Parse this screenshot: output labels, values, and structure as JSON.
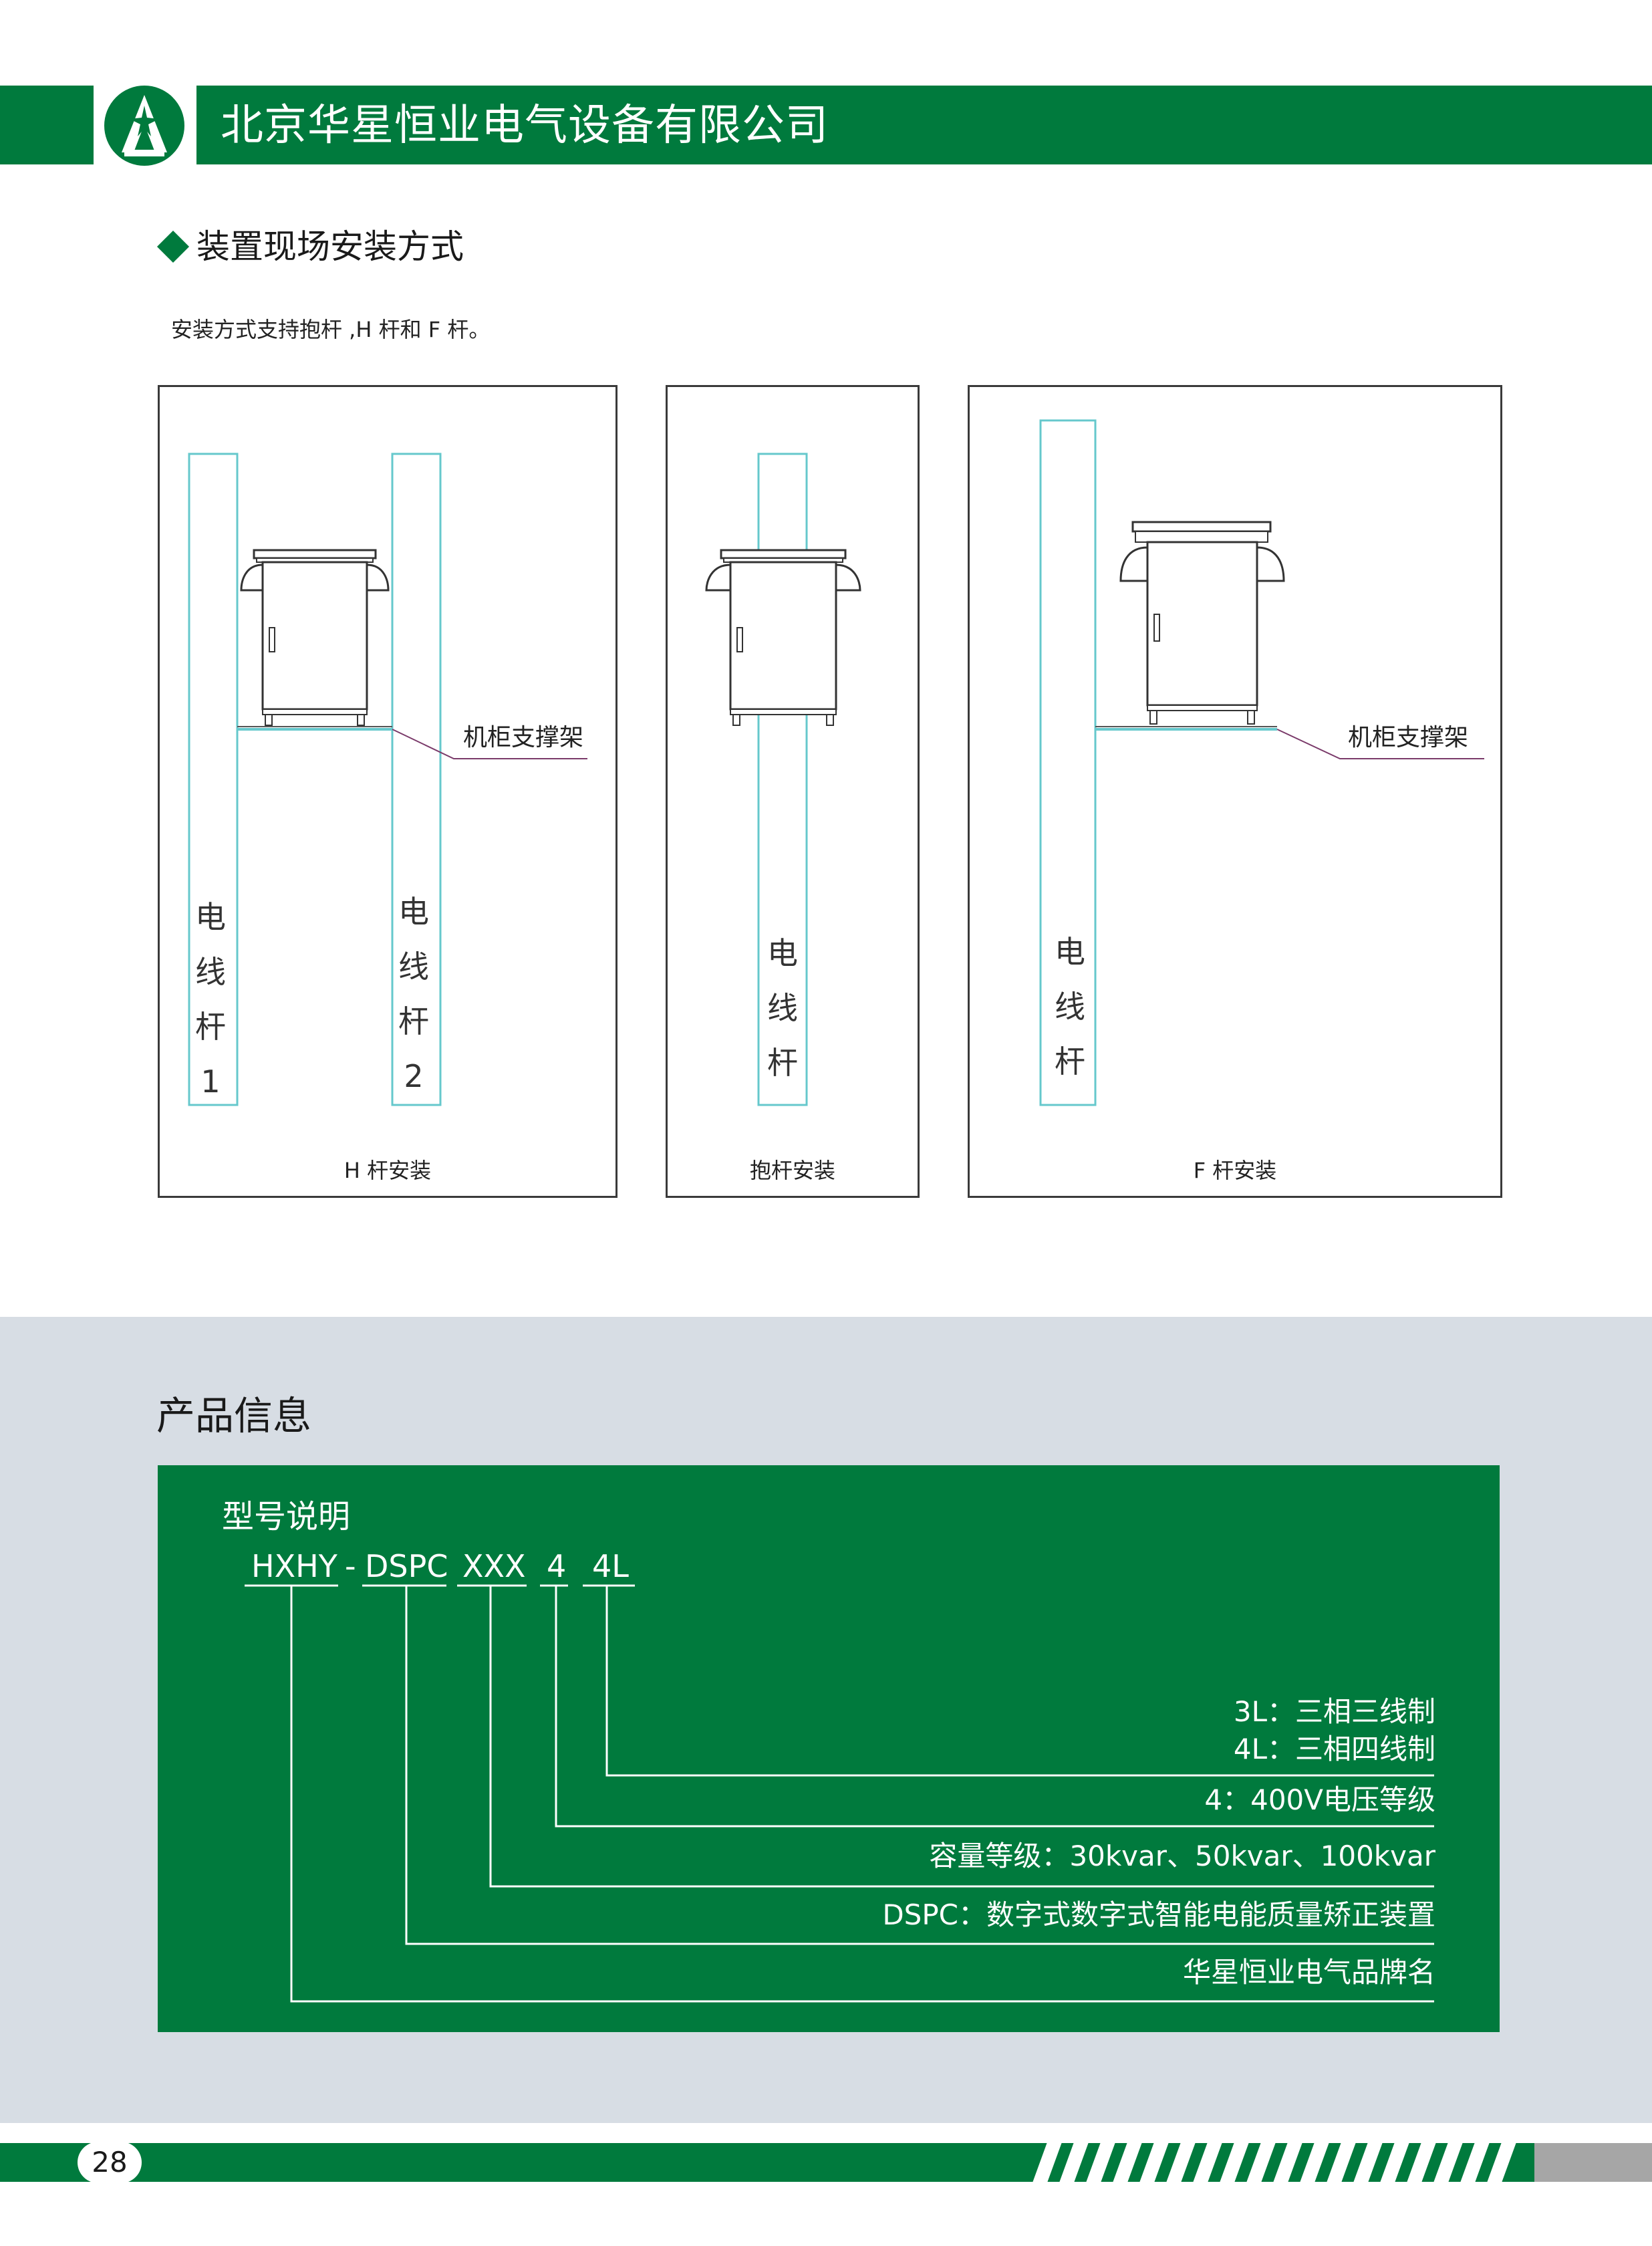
{
  "header": {
    "company_name": "北京华星恒业电气设备有限公司",
    "logo_icon": "brand-star-logo-icon",
    "brand_color": "#007a3d"
  },
  "install_section": {
    "title": "装置现场安装方式",
    "intro": "安装方式支持抱杆 ,H 杆和 F 杆。",
    "h_pole": {
      "caption": "H 杆安装",
      "pole1_label": [
        "电",
        "线",
        "杆",
        "1"
      ],
      "pole2_label": [
        "电",
        "线",
        "杆",
        "2"
      ],
      "bracket_label": "机柜支撑架"
    },
    "hug_pole": {
      "caption": "抱杆安装",
      "pole_label": [
        "电",
        "线",
        "杆"
      ]
    },
    "f_pole": {
      "caption": "F  杆安装",
      "pole_label": [
        "电",
        "线",
        "杆"
      ],
      "bracket_label": "机柜支撑架"
    }
  },
  "product_info": {
    "title": "产品信息",
    "model_title": "型号说明",
    "code": {
      "part1": "HXHY",
      "dash": "-",
      "part2": "DSPC",
      "part3": "XXX",
      "part4": "4",
      "part5": "4L"
    },
    "legend": {
      "wiring_3l": "3L：三相三线制",
      "wiring_4l": "4L：三相四线制",
      "voltage": "4：400V电压等级",
      "capacity": "容量等级：30kvar、50kvar、100kvar",
      "dspc": "DSPC：数字式数字式智能电能质量矫正装置",
      "brand": "华星恒业电气品牌名"
    }
  },
  "footer": {
    "page_number": "28"
  }
}
